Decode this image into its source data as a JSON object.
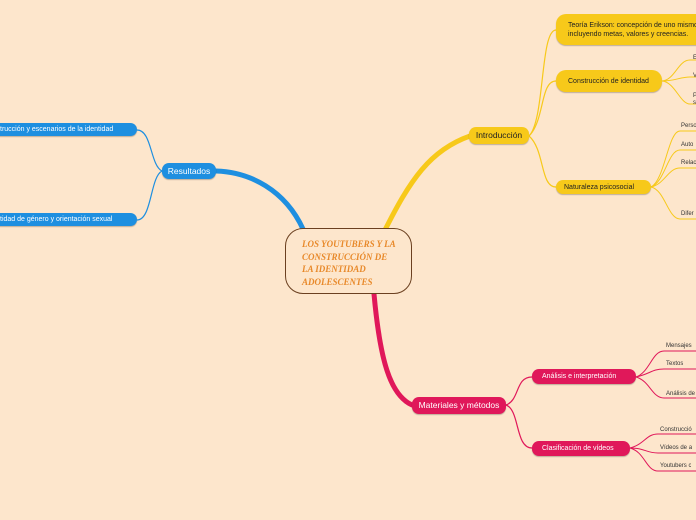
{
  "central": {
    "title": "LOS YOUTUBERS Y LA CONSTRUCCIÓN DE LA IDENTIDAD ADOLESCENTES"
  },
  "introduccion": {
    "label": "Introducción",
    "teoria": "Teoría Erikson: concepción de uno mismo, incluyendo metas, valores y creencias.",
    "construccion": "Construcción de identidad",
    "construccion_leaves": [
      "E",
      "V",
      "P",
      "s"
    ],
    "naturaleza": "Naturaleza psicosocial",
    "naturaleza_leaves": [
      "Perso",
      "Auto",
      "Relac",
      "Difer"
    ]
  },
  "resultados": {
    "label": "Resultados",
    "items": [
      "trucción y escenarios de la identidad",
      "tidad de género y orientación sexual"
    ]
  },
  "materiales": {
    "label": "Materiales y métodos",
    "analisis": "Análisis e interpretación",
    "analisis_leaves": [
      "Mensajes",
      "Textos",
      "Análisis de"
    ],
    "clasificacion": "Clasificación de vídeos",
    "clasificacion_leaves": [
      "Construcció",
      "Vídeos de a",
      "Youtubers c"
    ]
  },
  "colors": {
    "yellow": "#f7c91a",
    "blue": "#1e8fe0",
    "pink": "#e0185a",
    "background": "#fde6cc",
    "central_text": "#e8892a"
  }
}
